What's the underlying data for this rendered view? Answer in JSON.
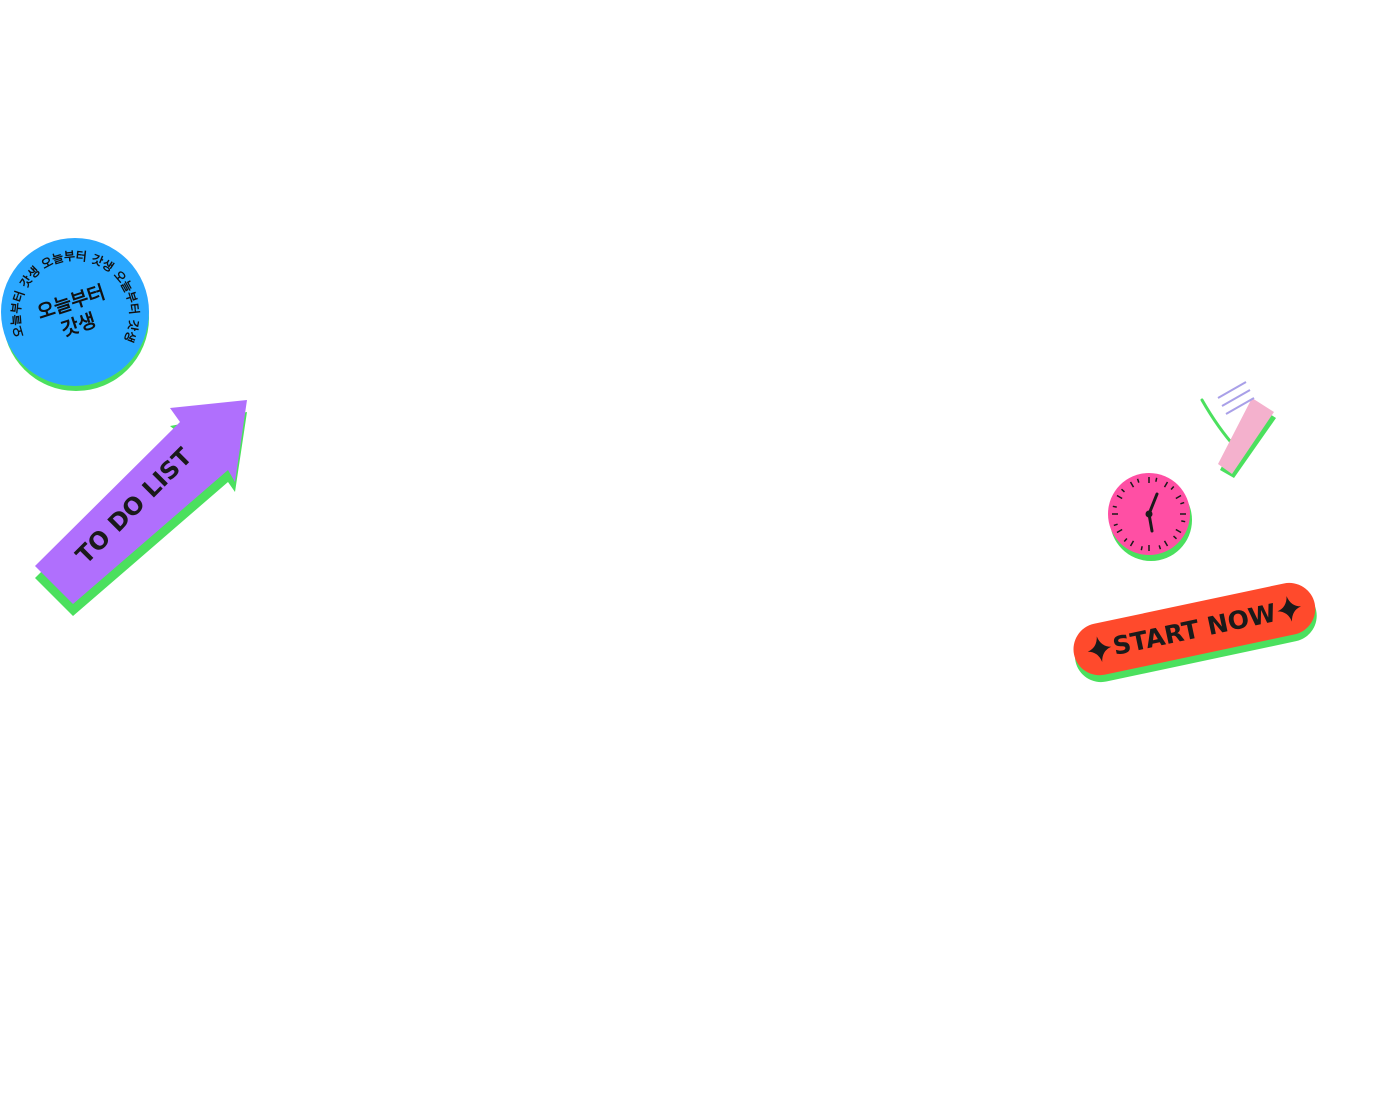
{
  "stickers": {
    "circle_badge": {
      "center_text_line1": "오늘부터",
      "center_text_line2": "갓생",
      "ring_text": "오늘부터 갓생 오늘부터 갓생 오늘부터 갓생 ",
      "icon": "circle-text-badge-icon",
      "fill_color": "#2ba8ff",
      "shadow_color": "#4be05e"
    },
    "arrow": {
      "label": "TO DO LIST",
      "icon": "arrow-up-right-icon",
      "fill_color": "#b06ffd",
      "shadow_color": "#4be05e"
    },
    "note": {
      "icon": "pink-note-icon",
      "fill_color": "#f4b1cd",
      "line_color": "#a9a0e8",
      "accent_color": "#4be05e"
    },
    "clock": {
      "icon": "clock-icon",
      "fill_color": "#ff4fa4",
      "shadow_color": "#4be05e"
    },
    "start_button": {
      "label": "START NOW",
      "icon_left": "sparkle-icon",
      "icon_right": "sparkle-icon",
      "fill_color": "#ff4a2c",
      "shadow_color": "#4be05e"
    }
  }
}
